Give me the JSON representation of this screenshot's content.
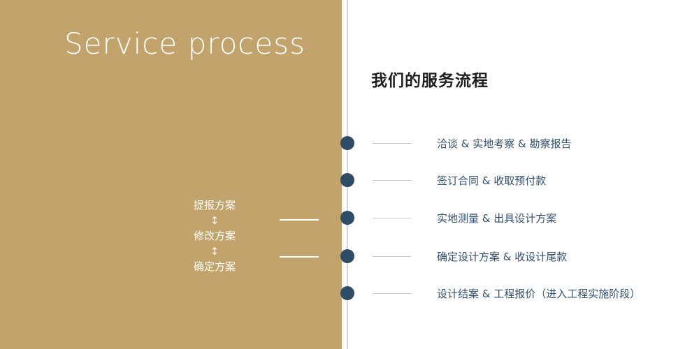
{
  "title": "Service process",
  "left_flow": {
    "arrow": "↕",
    "steps": [
      "提报方案",
      "修改方案",
      "确定方案"
    ]
  },
  "right": {
    "heading": "我们的服务流程",
    "steps": [
      "洽谈 & 实地考察 & 勘察报告",
      "签订合同 & 收取预付款",
      "实地测量 & 出具设计方案",
      "确定设计方案 & 收设计尾款",
      "设计结案 & 工程报价（进入工程实施阶段）"
    ]
  },
  "colors": {
    "panel_tan": "#c2a36b",
    "dot_navy": "#2f4c66",
    "step_text_navy": "#33506f",
    "divider_gray": "#d6d6d6",
    "tick_gray": "#c9c9c9",
    "heading_dark": "#1f1f1f",
    "white": "#ffffff"
  }
}
